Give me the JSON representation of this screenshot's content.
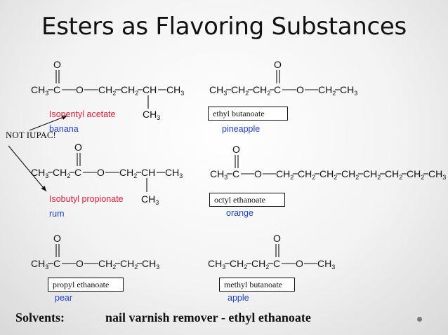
{
  "title": "Esters as Flavoring Substances",
  "note": "NOT IUPAC!",
  "molecules": [
    {
      "name": "Isopentyl acetate",
      "flavor": "banana"
    },
    {
      "name": "ethyl butanoate",
      "flavor": "pineapple"
    },
    {
      "name": "Isobutyl propionate",
      "flavor": "rum"
    },
    {
      "name": "octyl ethanoate",
      "flavor": "orange"
    },
    {
      "name": "propyl ethanoate",
      "flavor": "pear"
    },
    {
      "name": "methyl butanoate",
      "flavor": "apple"
    }
  ],
  "footer": {
    "label": "Solvents:",
    "text": "nail varnish remover  - ethyl ethanoate"
  },
  "colors": {
    "name_red": "#e0213a",
    "flavor_blue": "#1f3fd0"
  }
}
